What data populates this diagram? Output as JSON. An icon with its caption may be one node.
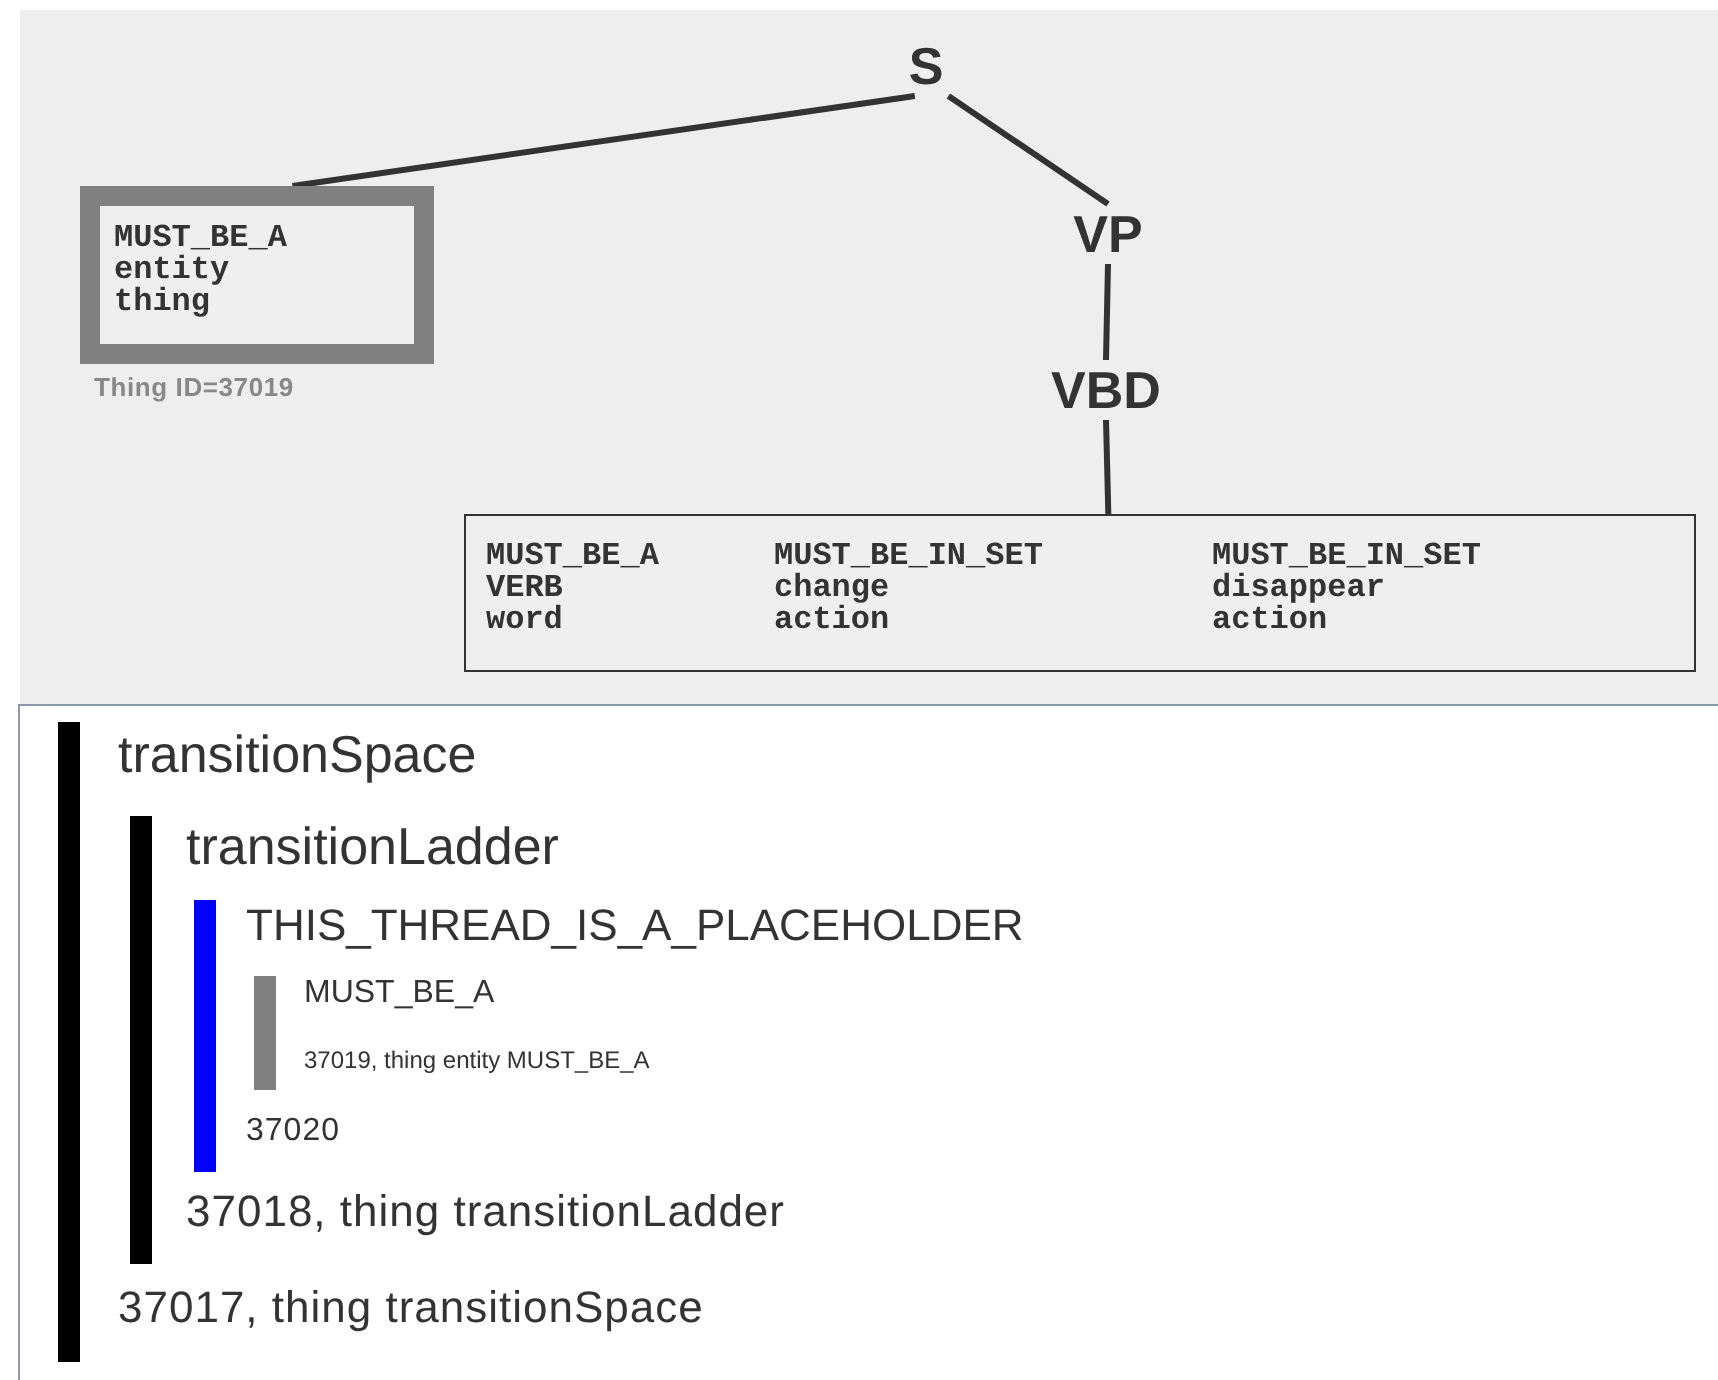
{
  "diagram": {
    "nodes": [
      {
        "text": [
          "S"
        ]
      },
      {
        "text": [
          "MUST_BE_A entity thing"
        ],
        "beside": [
          "Thing ID=37019"
        ]
      },
      {
        "text": [
          "VP"
        ]
      },
      {
        "text": [
          "VBD"
        ]
      },
      {
        "text": [
          "MUST_BE_A VERB word",
          "MUST_BE_IN_SET change action",
          "MUST_BE_IN_SET disappear action"
        ]
      },
      {
        "text": [
          "transitionSpace",
          "37017, thing transitionSpace"
        ]
      },
      {
        "text": [
          "transitionLadder",
          "37018, thing transitionLadder"
        ],
        "in": 5
      },
      {
        "text": [
          "THIS_THREAD_IS_A_PLACEHOLDER",
          "37020"
        ],
        "in": 6
      },
      {
        "text": [
          "MUST_BE_A",
          "37019, thing entity MUST_BE_A"
        ],
        "in": 7
      }
    ],
    "edges": [
      {
        "from": 0,
        "to": 1,
        "arrow": "none"
      },
      {
        "from": 0,
        "to": 2,
        "arrow": "none"
      },
      {
        "from": 2,
        "to": 3,
        "arrow": "none"
      },
      {
        "from": 3,
        "to": 4,
        "arrow": "none"
      }
    ]
  }
}
